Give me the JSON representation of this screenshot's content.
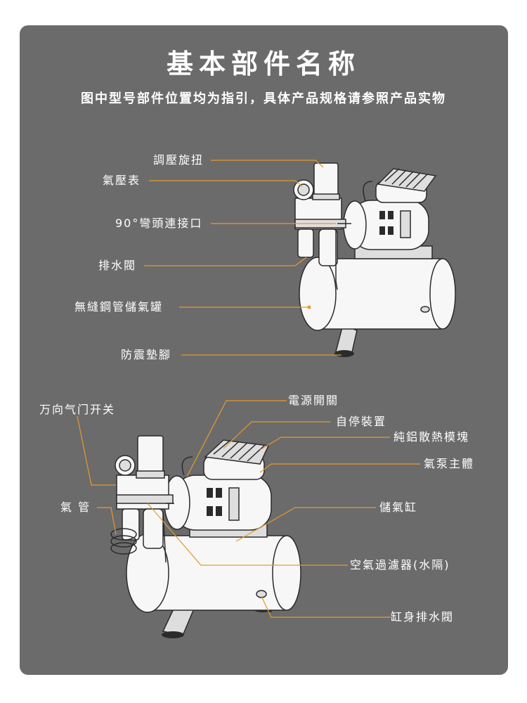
{
  "header": {
    "title": "基本部件名称",
    "subtitle": "图中型号部件位置均为指引，具体产品规格请参照产品实物"
  },
  "diagram_top": {
    "labels": {
      "regulator_knob": "調壓旋扭",
      "pressure_gauge": "氣壓表",
      "elbow_connector": "90°彎頭連接口",
      "drain_valve": "排水閥",
      "air_tank": "無縫鋼管儲氣罐",
      "shock_pads": "防震墊腳"
    }
  },
  "diagram_bottom": {
    "labels": {
      "universal_switch": "万向气门开关",
      "power_switch": "電源開關",
      "auto_stop": "自停裝置",
      "heat_sink": "純鋁散熱模塊",
      "pump_body": "氣泵主體",
      "air_hose": "氣 管",
      "air_reservoir": "儲氣缸",
      "air_filter": "空氣過濾器(水隔)",
      "tank_drain": "缸身排水閥"
    }
  },
  "colors": {
    "panel": "#6b6b6b",
    "leader": "#e59a2c",
    "text": "#ffffff"
  }
}
